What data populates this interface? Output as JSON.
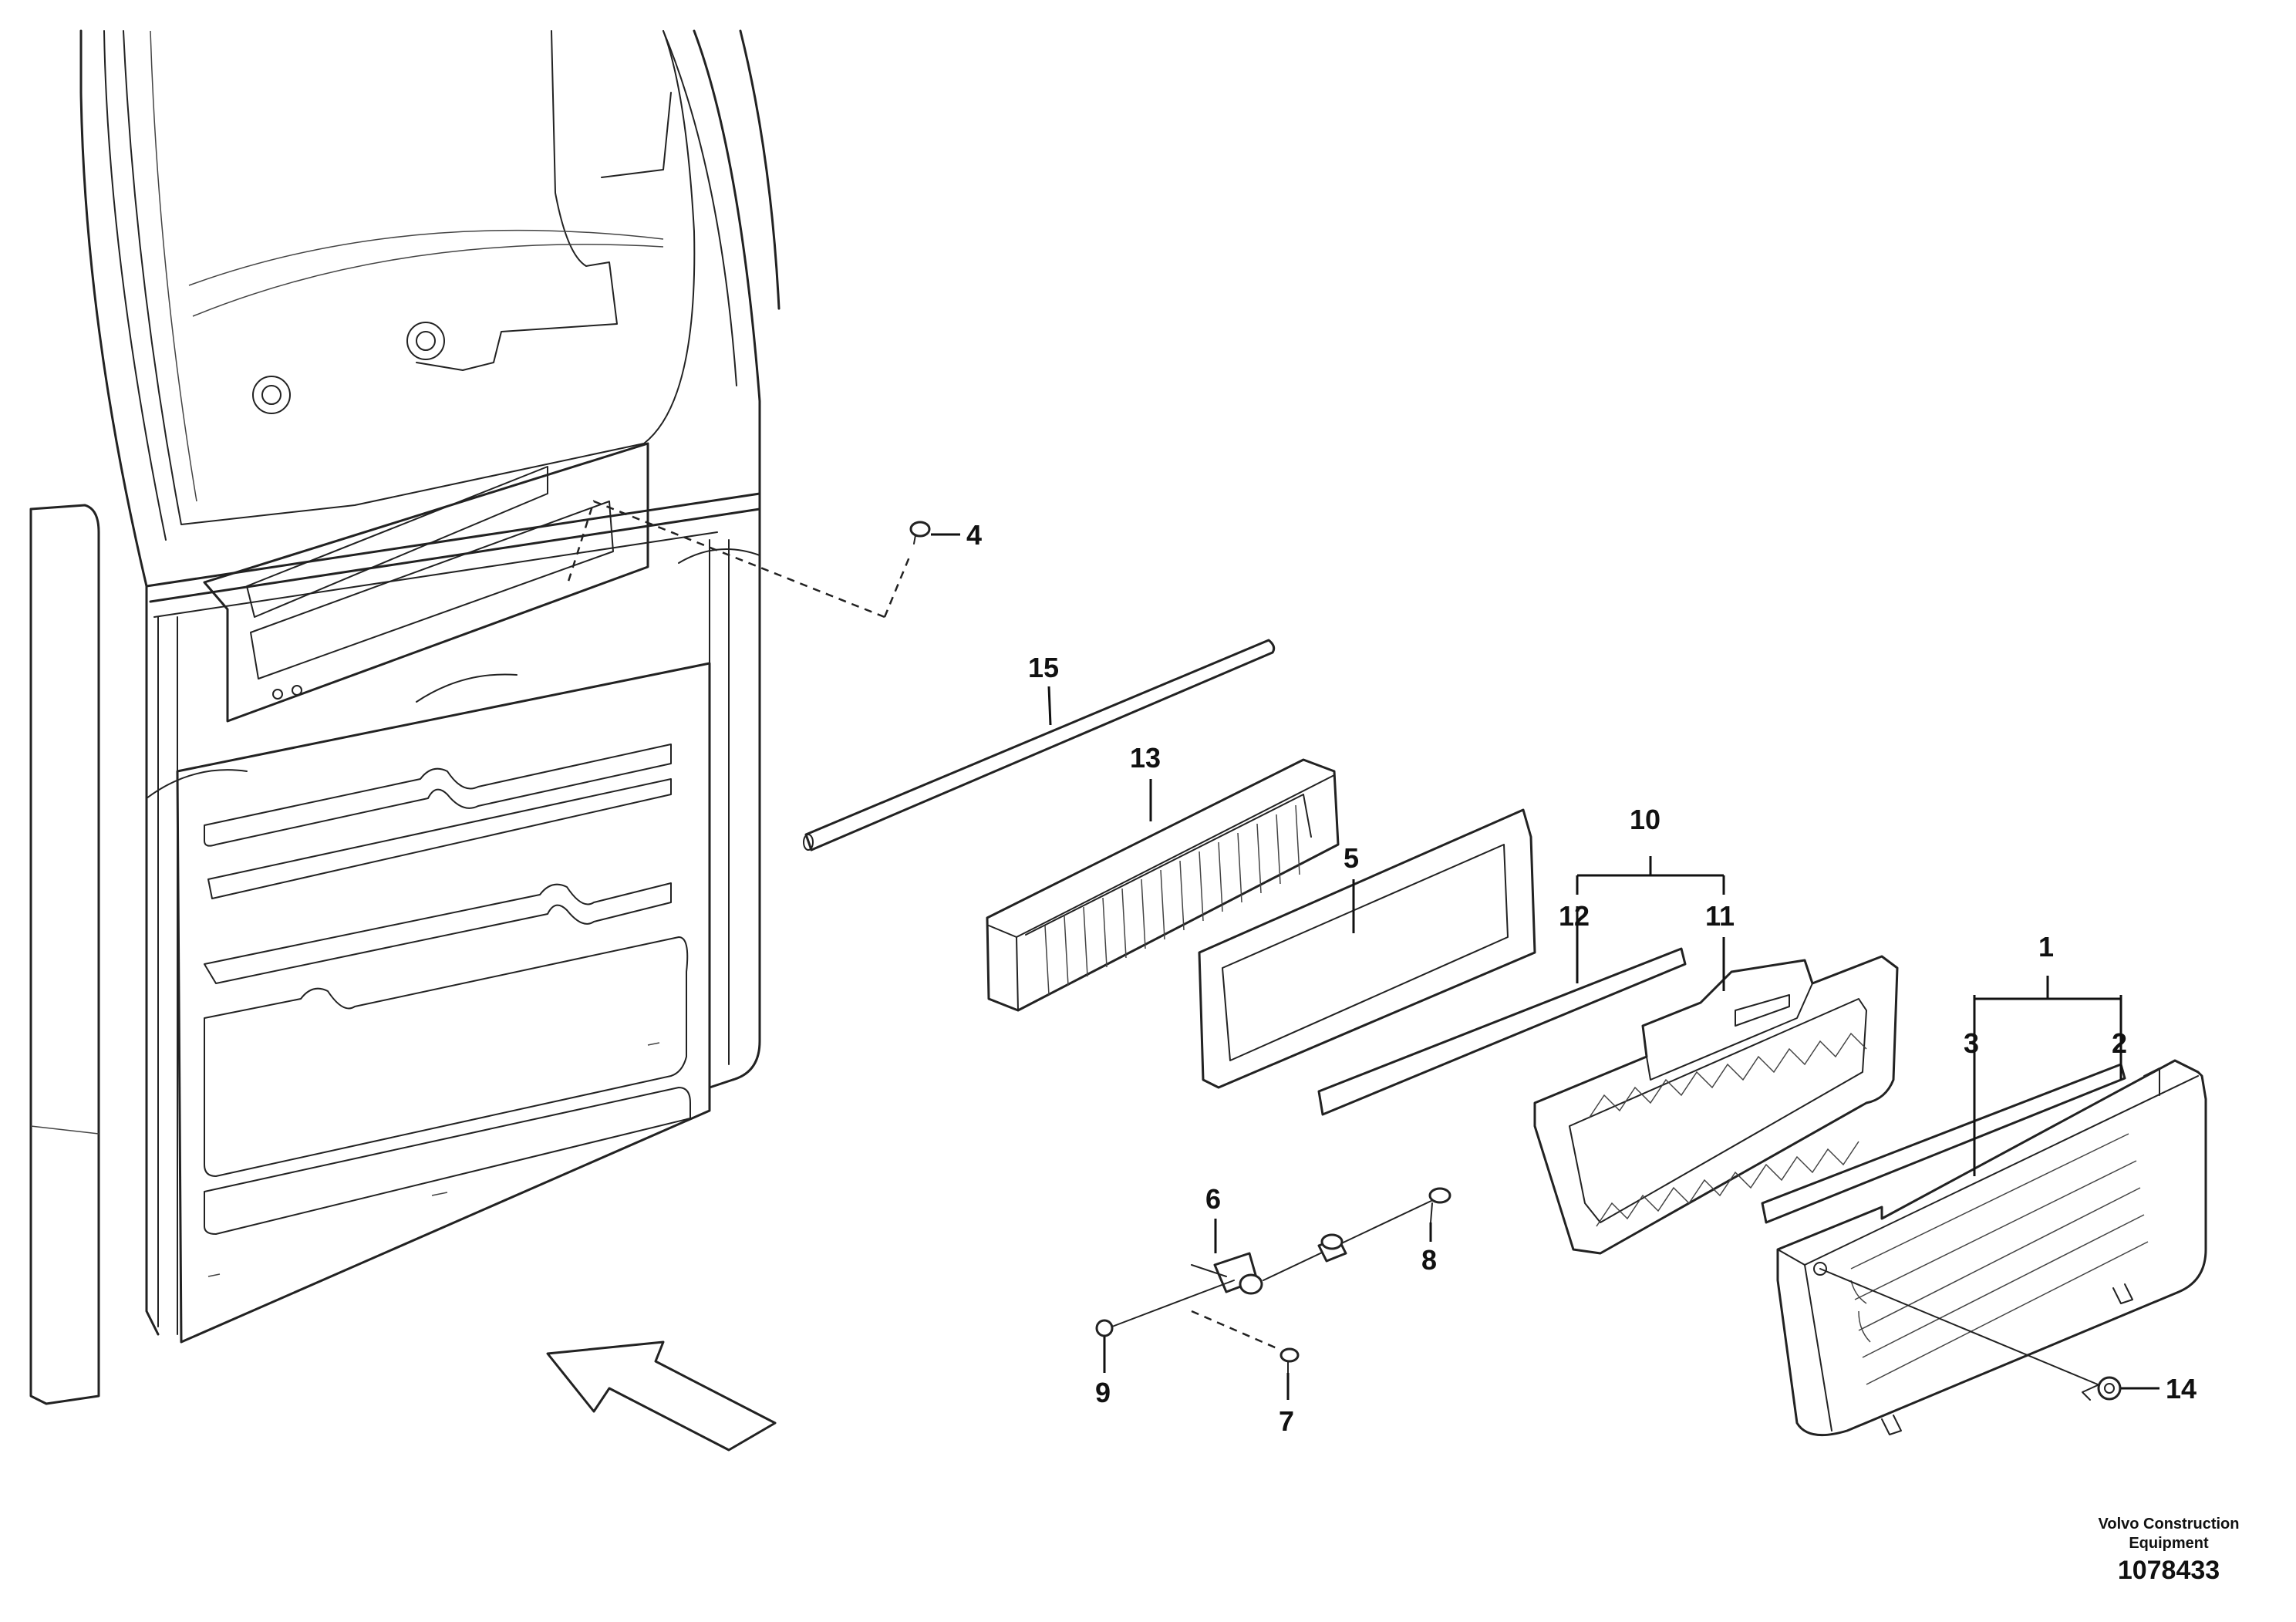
{
  "labels": {
    "p1": "1",
    "p2": "2",
    "p3": "3",
    "p4": "4",
    "p5": "5",
    "p6": "6",
    "p7": "7",
    "p8": "8",
    "p9": "9",
    "p10": "10",
    "p11": "11",
    "p12": "12",
    "p13": "13",
    "p14": "14",
    "p15": "15"
  },
  "credit": {
    "line1": "Volvo Construction",
    "line2": "Equipment",
    "number": "1078433"
  },
  "icons": [
    "direction-arrow-icon"
  ]
}
